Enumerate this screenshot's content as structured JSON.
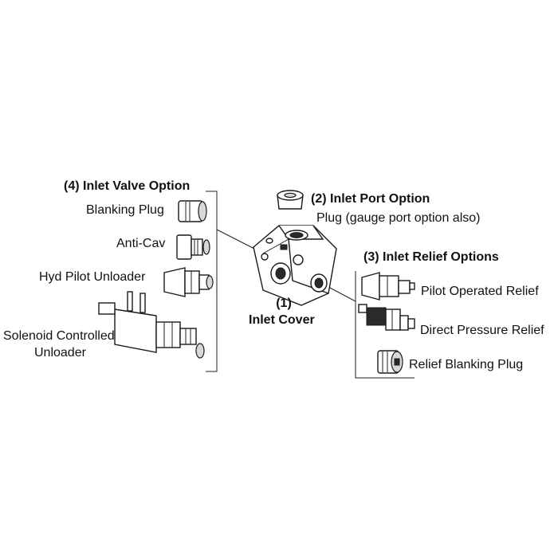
{
  "inlet_cover": {
    "number": "(1)",
    "name": "Inlet Cover"
  },
  "port_option": {
    "title": "(2)  Inlet Port Option",
    "item": "Plug  (gauge port option also)"
  },
  "relief_options": {
    "title": "(3)  Inlet Relief Options",
    "items": [
      "Pilot Operated Relief",
      "Direct Pressure Relief",
      "Relief Blanking Plug"
    ]
  },
  "valve_option": {
    "title": "(4)  Inlet Valve Option",
    "items": [
      "Blanking Plug",
      "Anti-Cav",
      "Hyd Pilot Unloader",
      "Solenoid Controlled",
      "Unloader"
    ]
  }
}
